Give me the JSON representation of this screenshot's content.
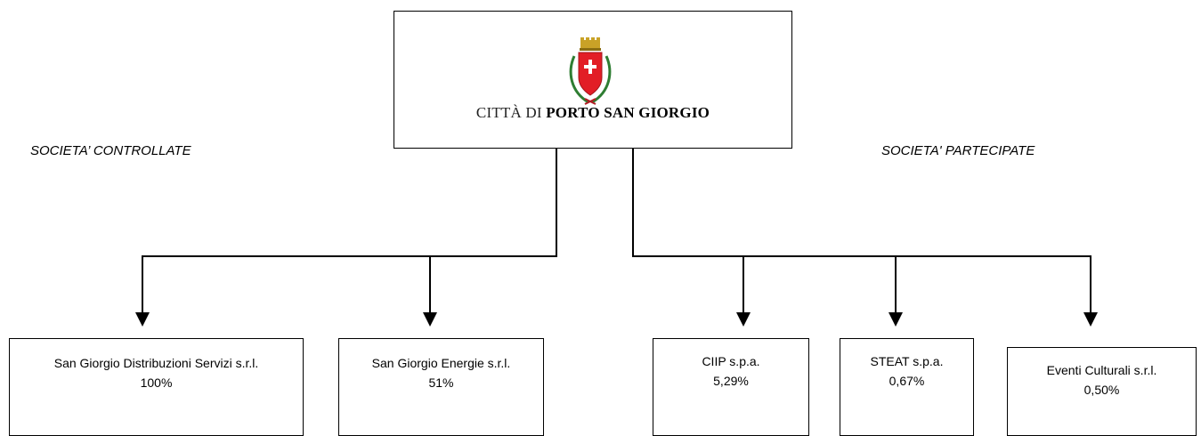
{
  "root": {
    "city_prefix": "CITTÀ DI ",
    "city_name": "PORTO SAN GIORGIO",
    "crest_icon": "coat-of-arms-icon"
  },
  "sections": {
    "left_label": "SOCIETA’ CONTROLLATE",
    "right_label": "SOCIETA' PARTECIPATE"
  },
  "companies": [
    {
      "name": "San Giorgio Distribuzioni Servizi s.r.l.",
      "share": "100%"
    },
    {
      "name": "San Giorgio Energie s.r.l.",
      "share": "51%"
    },
    {
      "name": "CIIP  s.p.a.",
      "share": "5,29%"
    },
    {
      "name": "STEAT  s.p.a.",
      "share": "0,67%"
    },
    {
      "name": "Eventi Culturali s.r.l.",
      "share": "0,50%"
    }
  ],
  "colors": {
    "shield_red": "#e21e26",
    "crown_gold": "#c9a227",
    "laurel_green": "#2e7d32",
    "line": "#000000"
  }
}
